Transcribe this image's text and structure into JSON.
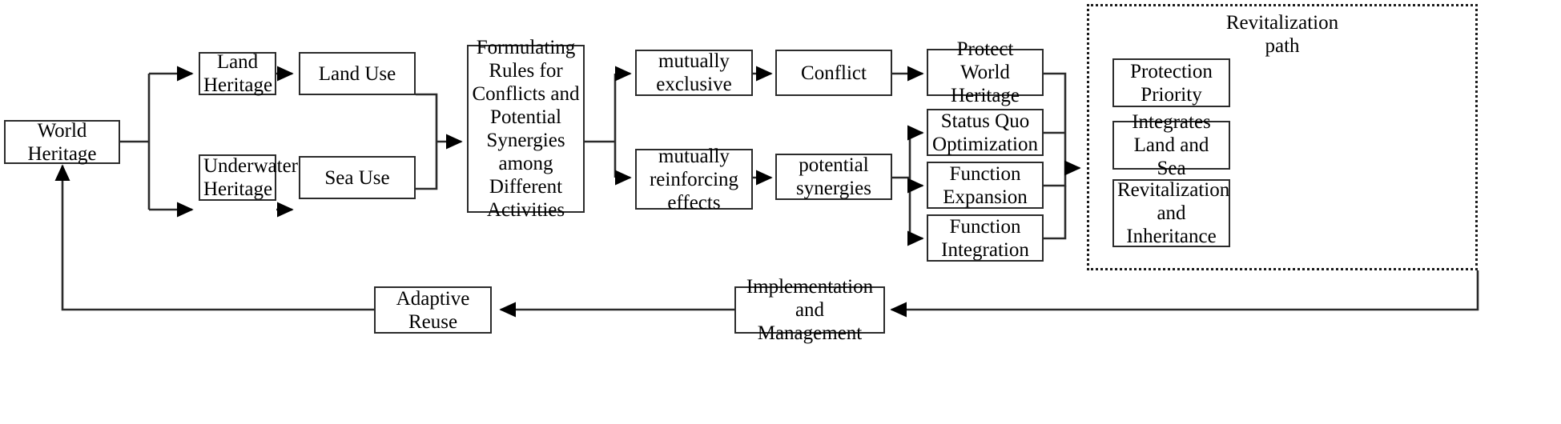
{
  "diagram": {
    "title": "World Heritage land-sea adaptive reuse flowchart",
    "stroke_color": "#2b2b2b",
    "background_color": "#ffffff",
    "nodes": {
      "world_heritage": "World\nHeritage",
      "land_heritage": "Land Heritage",
      "underwater_heritage": "Underwater\nHeritage",
      "land_use": "Land Use",
      "sea_use": "Sea Use",
      "formulating_rules": "Formulating\nRules for\nConflicts and\nPotential\nSynergies\namong\nDifferent\nActivities",
      "mutually_exclusive": "mutually\nexclusive",
      "mutually_reinforcing": "mutually\nreinforcing\neffects",
      "conflict": "Conflict",
      "potential_synergies": "potential\nsynergies",
      "protect_world_heritage": "Protect World\nHeritage",
      "status_quo_optimization": "Status Quo\nOptimization",
      "function_expansion": "Function\nExpansion",
      "function_integration": "Function\nIntegration",
      "implementation_management": "Implementation and\nManagement",
      "adaptive_reuse": "Adaptive\nReuse"
    },
    "group": {
      "title": "Revitalization\npath",
      "items": {
        "protection_priority": "Protection\nPriority",
        "integrates_land_and_sea": "Integrates\nLand and Sea",
        "revitalization_and_inheritance": "Revitalization\nand\nInheritance"
      }
    }
  }
}
